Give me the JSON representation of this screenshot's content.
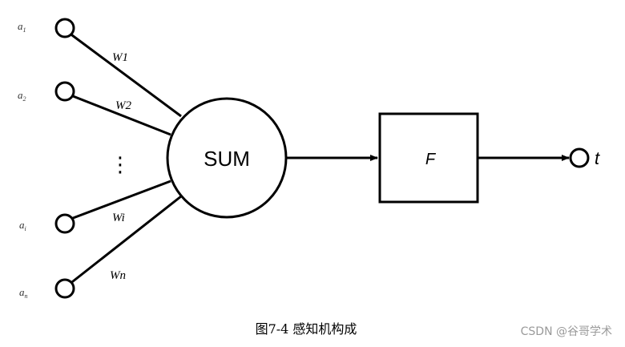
{
  "inputs": {
    "a1": {
      "main": "a",
      "sub": "1"
    },
    "a2": {
      "main": "a",
      "sub": "2"
    },
    "ai": {
      "main": "a",
      "sub": "i"
    },
    "an": {
      "main": "a",
      "sub": "n"
    }
  },
  "weights": {
    "w1": "W1",
    "w2": "W2",
    "wi": "Wi",
    "wn": "Wn"
  },
  "ellipsis": "⋮",
  "sum_label": "SUM",
  "function_label": "F",
  "output_label": "t",
  "caption": "图7-4  感知机构成",
  "watermark": "CSDN @谷哥学术",
  "colors": {
    "stroke": "#000000",
    "background": "#ffffff",
    "watermark": "#9a9a9a"
  }
}
